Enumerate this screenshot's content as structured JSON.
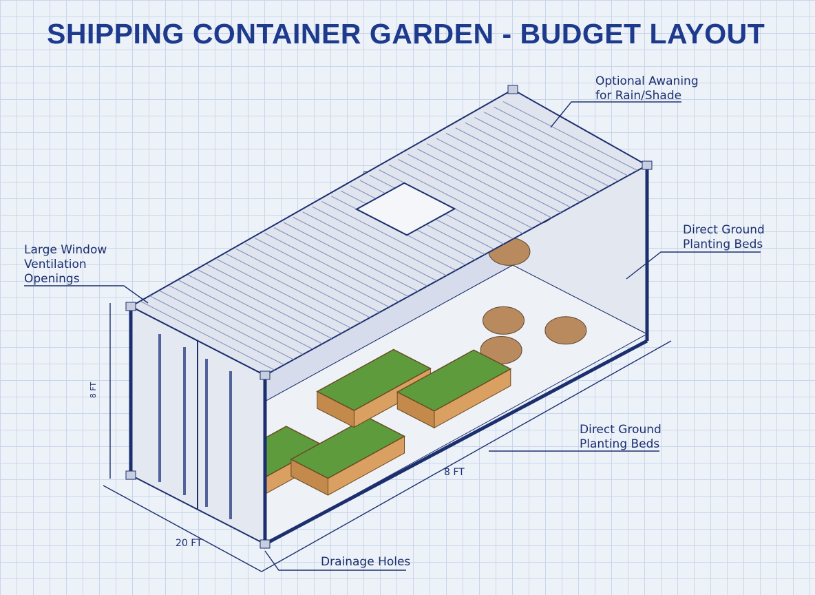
{
  "title": "SHIPPING CONTAINER GARDEN - BUDGET LAYOUT",
  "callouts": {
    "awning": [
      "Optional Awaning",
      "for Rain/Shade"
    ],
    "ground_beds_upper": [
      "Direct Ground",
      "Planting Beds"
    ],
    "windows": [
      "Large Window",
      "Ventilation",
      "Openings"
    ],
    "ground_beds_lower": [
      "Direct Ground",
      "Planting Beds"
    ],
    "drainage": "Drainage Holes"
  },
  "dimensions": {
    "height": "8 FT",
    "width": "8 FT",
    "length": "20 FT"
  },
  "colors": {
    "ink": "#1b2f6e",
    "title": "#1d3a8c",
    "container": "#dfe4ee",
    "soil": "#b98a5e",
    "plants": "#5d9b3c",
    "wood": "#d9a061"
  }
}
